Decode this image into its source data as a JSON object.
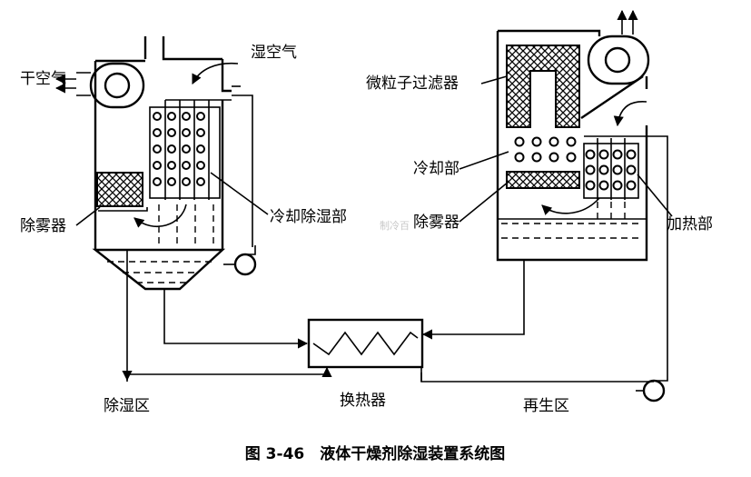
{
  "labels": {
    "dry_air": "干空气",
    "humid_air": "湿空气",
    "particle_filter": "微粒子过滤器",
    "cooling_section": "冷却部",
    "cooling_dehumid_section": "冷却除湿部",
    "demister_left": "除雾器",
    "demister_right": "除雾器",
    "heating_section": "加热部",
    "dehumid_zone": "除湿区",
    "heat_exchanger": "换热器",
    "regen_zone": "再生区"
  },
  "caption": "图 3-46　液体干燥剂除湿装置系统图",
  "watermark": "制冷百"
}
